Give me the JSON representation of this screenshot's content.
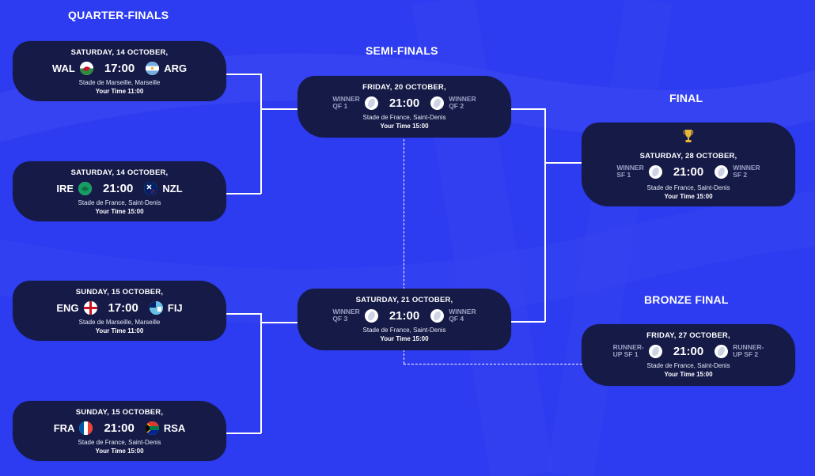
{
  "stages": {
    "qf": "QUARTER-FINALS",
    "sf": "SEMI-FINALS",
    "final": "FINAL",
    "bronze": "BRONZE FINAL"
  },
  "matches": {
    "qf1": {
      "date": "SATURDAY, 14 OCTOBER,",
      "home": "WAL",
      "away": "ARG",
      "time": "17:00",
      "venue": "Stade de Marseille, Marseille",
      "your_time": "Your Time 11:00"
    },
    "qf2": {
      "date": "SATURDAY, 14 OCTOBER,",
      "home": "IRE",
      "away": "NZL",
      "time": "21:00",
      "venue": "Stade de France, Saint-Denis",
      "your_time": "Your Time 15:00"
    },
    "qf3": {
      "date": "SUNDAY, 15 OCTOBER,",
      "home": "ENG",
      "away": "FIJ",
      "time": "17:00",
      "venue": "Stade de Marseille, Marseille",
      "your_time": "Your Time 11:00"
    },
    "qf4": {
      "date": "SUNDAY, 15 OCTOBER,",
      "home": "FRA",
      "away": "RSA",
      "time": "21:00",
      "venue": "Stade de France, Saint-Denis",
      "your_time": "Your Time 15:00"
    },
    "sf1": {
      "date": "FRIDAY, 20 OCTOBER,",
      "home_l1": "WINNER",
      "home_l2": "QF 1",
      "away_l1": "WINNER",
      "away_l2": "QF 2",
      "time": "21:00",
      "venue": "Stade de France, Saint-Denis",
      "your_time": "Your Time 15:00"
    },
    "sf2": {
      "date": "SATURDAY, 21 OCTOBER,",
      "home_l1": "WINNER",
      "home_l2": "QF 3",
      "away_l1": "WINNER",
      "away_l2": "QF 4",
      "time": "21:00",
      "venue": "Stade de France, Saint-Denis",
      "your_time": "Your Time 15:00"
    },
    "final": {
      "date": "SATURDAY, 28 OCTOBER,",
      "home_l1": "WINNER",
      "home_l2": "SF 1",
      "away_l1": "WINNER",
      "away_l2": "SF 2",
      "time": "21:00",
      "venue": "Stade de France, Saint-Denis",
      "your_time": "Your Time 15:00"
    },
    "bronze": {
      "date": "FRIDAY, 27 OCTOBER,",
      "home_l1": "RUNNER-",
      "home_l2": "UP SF 1",
      "away_l1": "RUNNER-",
      "away_l2": "UP SF 2",
      "time": "21:00",
      "venue": "Stade de France, Saint-Denis",
      "your_time": "Your Time 15:00"
    }
  },
  "icons": {
    "trophy": "trophy-icon",
    "ball": "rugby-ball-icon"
  },
  "colors": {
    "background": "#2d3cf0",
    "card": "#151a47",
    "trophy": "#e8b73a"
  }
}
